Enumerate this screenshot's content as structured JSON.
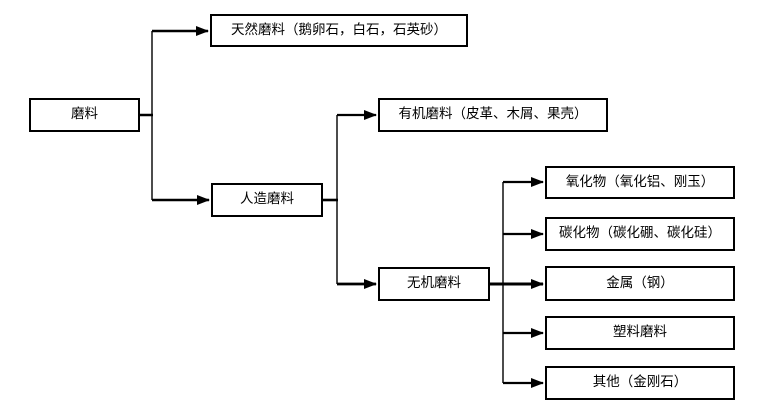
{
  "nodes": {
    "root": {
      "label": "磨料"
    },
    "natural": {
      "label": "天然磨料（鹅卵石，白石，石英砂）"
    },
    "artificial": {
      "label": "人造磨料"
    },
    "organic": {
      "label": "有机磨料（皮革、木屑、果壳）"
    },
    "inorganic": {
      "label": "无机磨料"
    },
    "oxide": {
      "label": "氧化物（氧化铝、刚玉）"
    },
    "carbide": {
      "label": "碳化物（碳化硼、碳化硅）"
    },
    "metal": {
      "label": "金属（钢）"
    },
    "plastic": {
      "label": "塑料磨料"
    },
    "other": {
      "label": "其他（金刚石）"
    }
  },
  "edges": [
    {
      "from": "磨料",
      "to": "天然磨料（鹅卵石，白石，石英砂）"
    },
    {
      "from": "磨料",
      "to": "人造磨料"
    },
    {
      "from": "人造磨料",
      "to": "有机磨料（皮革、木屑、果壳）"
    },
    {
      "from": "人造磨料",
      "to": "无机磨料"
    },
    {
      "from": "无机磨料",
      "to": "氧化物（氧化铝、刚玉）"
    },
    {
      "from": "无机磨料",
      "to": "碳化物（碳化硼、碳化硅）"
    },
    {
      "from": "无机磨料",
      "to": "金属（钢）"
    },
    {
      "from": "无机磨料",
      "to": "塑料磨料"
    },
    {
      "from": "无机磨料",
      "to": "其他（金刚石）"
    }
  ],
  "colors": {
    "line": "#000000",
    "box_border": "#000000",
    "box_fill": "#ffffff",
    "text": "#000000",
    "background": "#ffffff"
  }
}
